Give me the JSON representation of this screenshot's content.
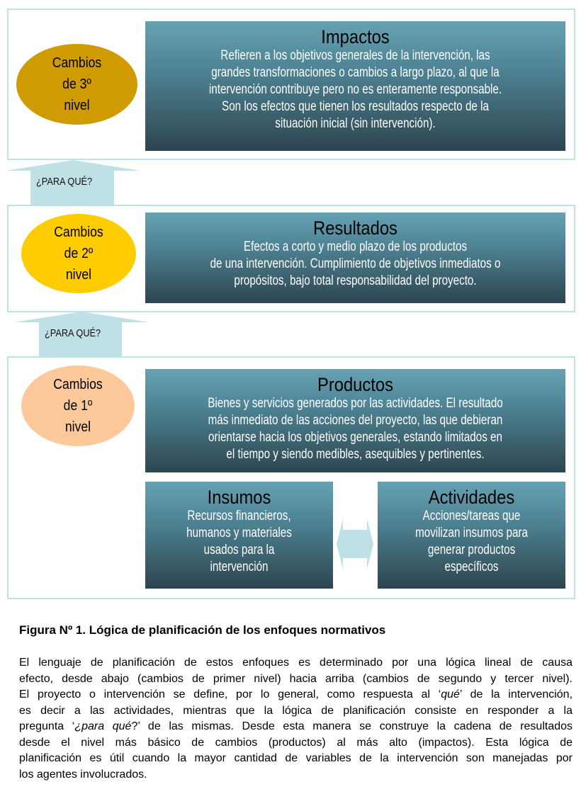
{
  "levels": [
    {
      "circle": [
        "Cambios",
        "de 3º",
        "nivel"
      ],
      "color": "#d09b00",
      "title": "Impactos",
      "lines": [
        "Refieren a los objetivos generales de la intervención, las",
        "grandes transformaciones o cambios a largo plazo, al que la",
        "intervención contribuye pero no es enteramente responsable.",
        "Son los efectos que tienen los resultados respecto de la",
        "situación inicial (sin intervención)."
      ]
    },
    {
      "circle": [
        "Cambios",
        "de 2º",
        "nivel"
      ],
      "color": "#ffcc00",
      "title": "Resultados",
      "lines": [
        "Efectos a corto y medio plazo de los productos",
        "de una intervención. Cumplimiento de objetivos inmediatos o",
        "propósitos, bajo total responsabilidad del proyecto."
      ]
    },
    {
      "circle": [
        "Cambios",
        "de 1º",
        "nivel"
      ],
      "color": "#fdc99b",
      "title": "Productos",
      "lines": [
        "Bienes y servicios generados por las actividades. El resultado",
        "más inmediato de las acciones del proyecto, las que debieran",
        "orientarse hacia los objetivos generales, estando limitados en",
        "el tiempo y siendo medibles, asequibles y pertinentes."
      ]
    }
  ],
  "insumos": {
    "title": "Insumos",
    "lines": [
      "Recursos financieros,",
      "humanos y materiales",
      "usados para la",
      "intervención"
    ]
  },
  "actividades": {
    "title": "Actividades",
    "lines": [
      "Acciones/tareas que",
      "movilizan insumos para",
      "generar productos",
      "específicos"
    ]
  },
  "arrow_label": "¿PARA QUÉ?",
  "caption": "Figura Nº 1. Lógica de planificación de los enfoques normativos",
  "body_lines": [
    [
      {
        "t": "El lenguaje de planificación de estos enfoques es determinado por una lógica lineal de causa"
      }
    ],
    [
      {
        "t": "efecto, desde abajo (cambios de primer nivel) hacia arriba (cambios de segundo y tercer nivel)."
      }
    ],
    [
      {
        "t": "El proyecto o intervención se define, por lo general, como respuesta al ‘"
      },
      {
        "t": "qué",
        "i": true
      },
      {
        "t": "’ de la intervención,"
      }
    ],
    [
      {
        "t": "es decir a las actividades, mientras que la lógica de planificación consiste en responder a la"
      }
    ],
    [
      {
        "t": "pregunta ‘"
      },
      {
        "t": "¿para qué",
        "i": true
      },
      {
        "t": "?’ de las mismas. Desde esta manera se construye la cadena de resultados"
      }
    ],
    [
      {
        "t": "desde el nivel más básico de cambios (productos) al más alto (impactos). Esta lógica de"
      }
    ],
    [
      {
        "t": "planificación es útil cuando la mayor cantidad de variables de la intervención son manejadas por"
      }
    ],
    [
      {
        "t": "los agentes involucrados."
      }
    ]
  ],
  "colors": {
    "frame": "#bfe0e5",
    "arrow": "#bfe0e5",
    "box_top": "#66a2b4",
    "box_bottom": "#2c4550"
  }
}
